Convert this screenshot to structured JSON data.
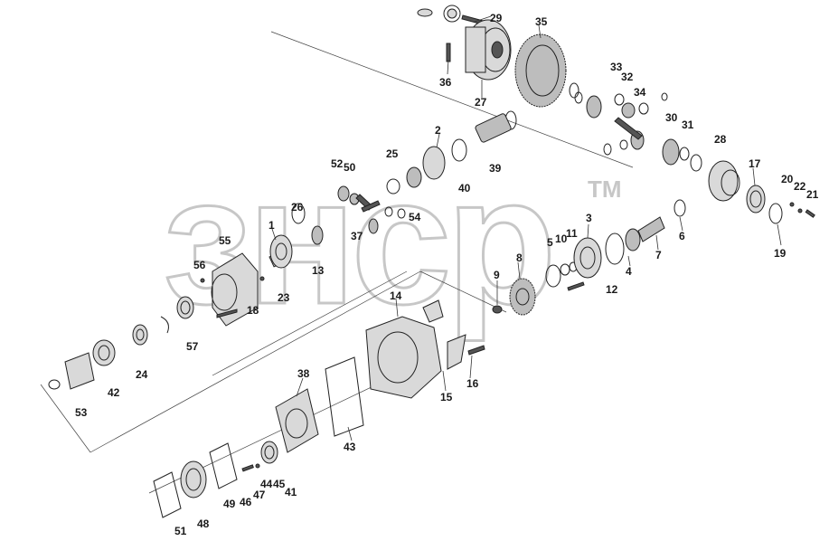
{
  "watermark": {
    "text": "знср",
    "tm": "TM",
    "color": "#b5b5b5"
  },
  "callouts": [
    "1",
    "2",
    "3",
    "4",
    "5",
    "6",
    "7",
    "8",
    "9",
    "10",
    "11",
    "12",
    "13",
    "14",
    "15",
    "16",
    "17",
    "18",
    "19",
    "20",
    "21",
    "22",
    "23",
    "24",
    "25",
    "26",
    "27",
    "28",
    "29",
    "30",
    "31",
    "32",
    "33",
    "34",
    "35",
    "36",
    "37",
    "38",
    "39",
    "40",
    "41",
    "42",
    "43",
    "44",
    "45",
    "46",
    "47",
    "48",
    "49",
    "50",
    "51",
    "52",
    "53",
    "54",
    "55",
    "56",
    "57"
  ]
}
